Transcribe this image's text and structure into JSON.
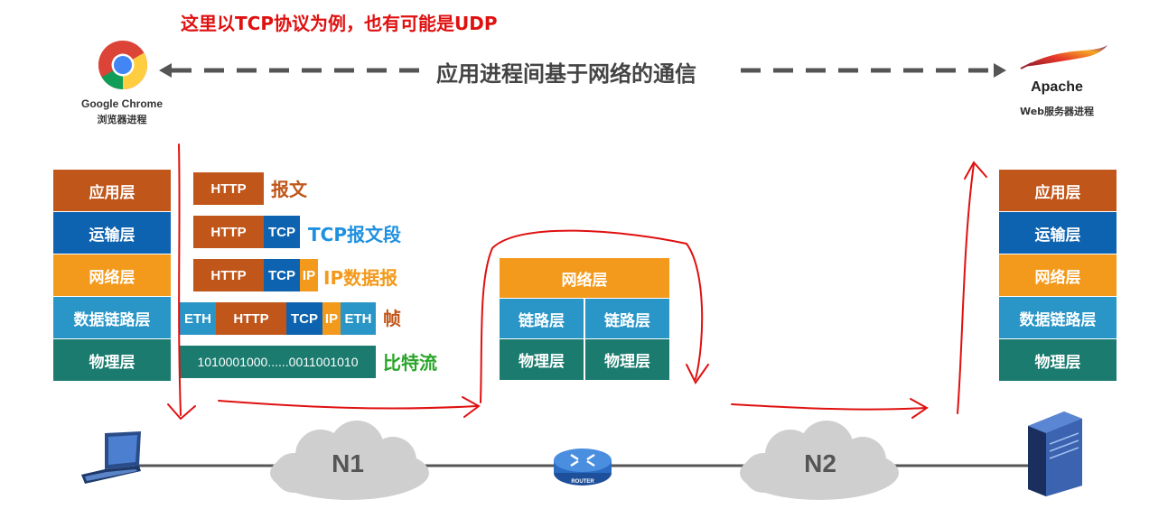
{
  "annotation": "这里以TCP协议为例，也有可能是UDP",
  "top_label": "应用进程间基于网络的通信",
  "client": {
    "name": "Google Chrome",
    "sub": "浏览器进程"
  },
  "server": {
    "name": "Apache",
    "sub": "Web服务器进程"
  },
  "left_stack": [
    "应用层",
    "运输层",
    "网络层",
    "数据链路层",
    "物理层"
  ],
  "right_stack": [
    "应用层",
    "运输层",
    "网络层",
    "数据链路层",
    "物理层"
  ],
  "router_stack": {
    "network": "网络层",
    "link_left": "链路层",
    "link_right": "链路层",
    "phy_left": "物理层",
    "phy_right": "物理层"
  },
  "pdus": {
    "http": "HTTP",
    "tcp": "TCP",
    "ip": "IP",
    "eth": "ETH",
    "bits": "1010001000......0011001010"
  },
  "pdu_labels": {
    "message": "报文",
    "segment": "TCP报文段",
    "datagram": "IP数据报",
    "frame": "帧",
    "bitstream": "比特流"
  },
  "network": {
    "n1": "N1",
    "n2": "N2",
    "router": "ROUTER"
  },
  "colors": {
    "app": "#c0561a",
    "transport": "#0d63b0",
    "network": "#f39a1c",
    "link": "#2a96c8",
    "physical": "#1a7b6e",
    "annotation": "#e01010",
    "segment_label": "#1e90e0",
    "bitstream_label": "#2aa52a"
  }
}
